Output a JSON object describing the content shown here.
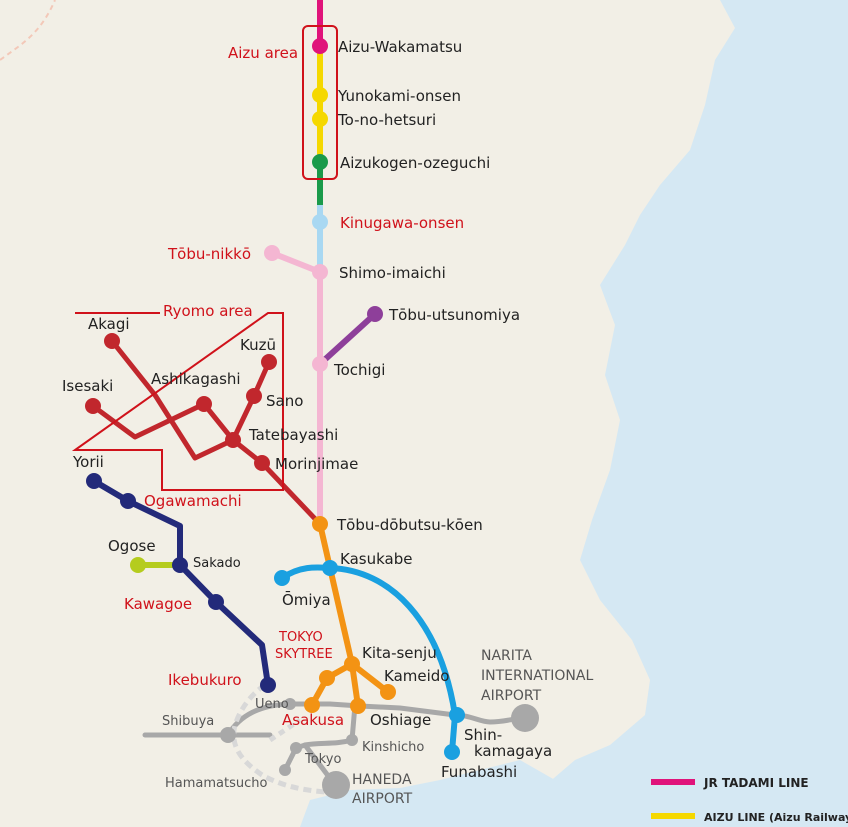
{
  "areas": {
    "aizu": "Aizu area",
    "ryomo": "Ryomo area"
  },
  "stations": {
    "aizu_wakamatsu": "Aizu-Wakamatsu",
    "yunokami_onsen": "Yunokami-onsen",
    "to_no_hetsuri": "To-no-hetsuri",
    "aizukogen_ozeguchi": "Aizukogen-ozeguchi",
    "kinugawa_onsen": "Kinugawa-onsen",
    "tobu_nikko": "Tōbu-nikkō",
    "shimo_imaichi": "Shimo-imaichi",
    "tobu_utsunomiya": "Tōbu-utsunomiya",
    "tochigi": "Tochigi",
    "akagi": "Akagi",
    "kuzu": "Kuzū",
    "ashikagashi": "Ashikagashi",
    "isesaki": "Isesaki",
    "sano": "Sano",
    "tatebayashi": "Tatebayashi",
    "morinjimae": "Morinjimae",
    "yorii": "Yorii",
    "ogawamachi": "Ogawamachi",
    "tobu_dobutsu_koen": "Tōbu-dōbutsu-kōen",
    "ogose": "Ogose",
    "sakado": "Sakado",
    "kasukabe": "Kasukabe",
    "omiya": "Ōmiya",
    "kawagoe": "Kawagoe",
    "tokyo_skytree_1": "TOKYO",
    "tokyo_skytree_2": "SKYTREE",
    "kita_senju": "Kita-senju",
    "kameido": "Kameido",
    "ikebukuro": "Ikebukuro",
    "ueno": "Ueno",
    "asakusa": "Asakusa",
    "oshiage": "Oshiage",
    "shibuya": "Shibuya",
    "kinshicho": "Kinshicho",
    "tokyo": "Tokyo",
    "hamamatsucho": "Hamamatsucho",
    "shin_kamagaya_1": "Shin-",
    "shin_kamagaya_2": "kamagaya",
    "funabashi": "Funabashi"
  },
  "airports": {
    "narita_1": "NARITA",
    "narita_2": "INTERNATIONAL",
    "narita_3": "AIRPORT",
    "haneda_1": "HANEDA",
    "haneda_2": "AIRPORT"
  },
  "legend": [
    {
      "label": "JR TADAMI LINE",
      "color": "#e0137a"
    },
    {
      "label": "AIZU LINE (Aizu Railway)",
      "color": "#f5d800"
    }
  ],
  "colors": {
    "land": "#f2efe6",
    "sea": "#d5e8f3",
    "tadami": "#e0137a",
    "aizu_line": "#f5d800",
    "yagan": "#1a9a4a",
    "kinugawa": "#a9d8f2",
    "nikko_line": "#f4b6d2",
    "utsunomiya_line": "#8e3f9a",
    "isesaki_line": "#c1272d",
    "tojo_line": "#232a7a",
    "ogose_line": "#b5cc1e",
    "skytree_line": "#f39314",
    "urban_park_line": "#1aa0e0",
    "other_lines": "#a8a8a8",
    "area_frame": "#d0121b"
  }
}
